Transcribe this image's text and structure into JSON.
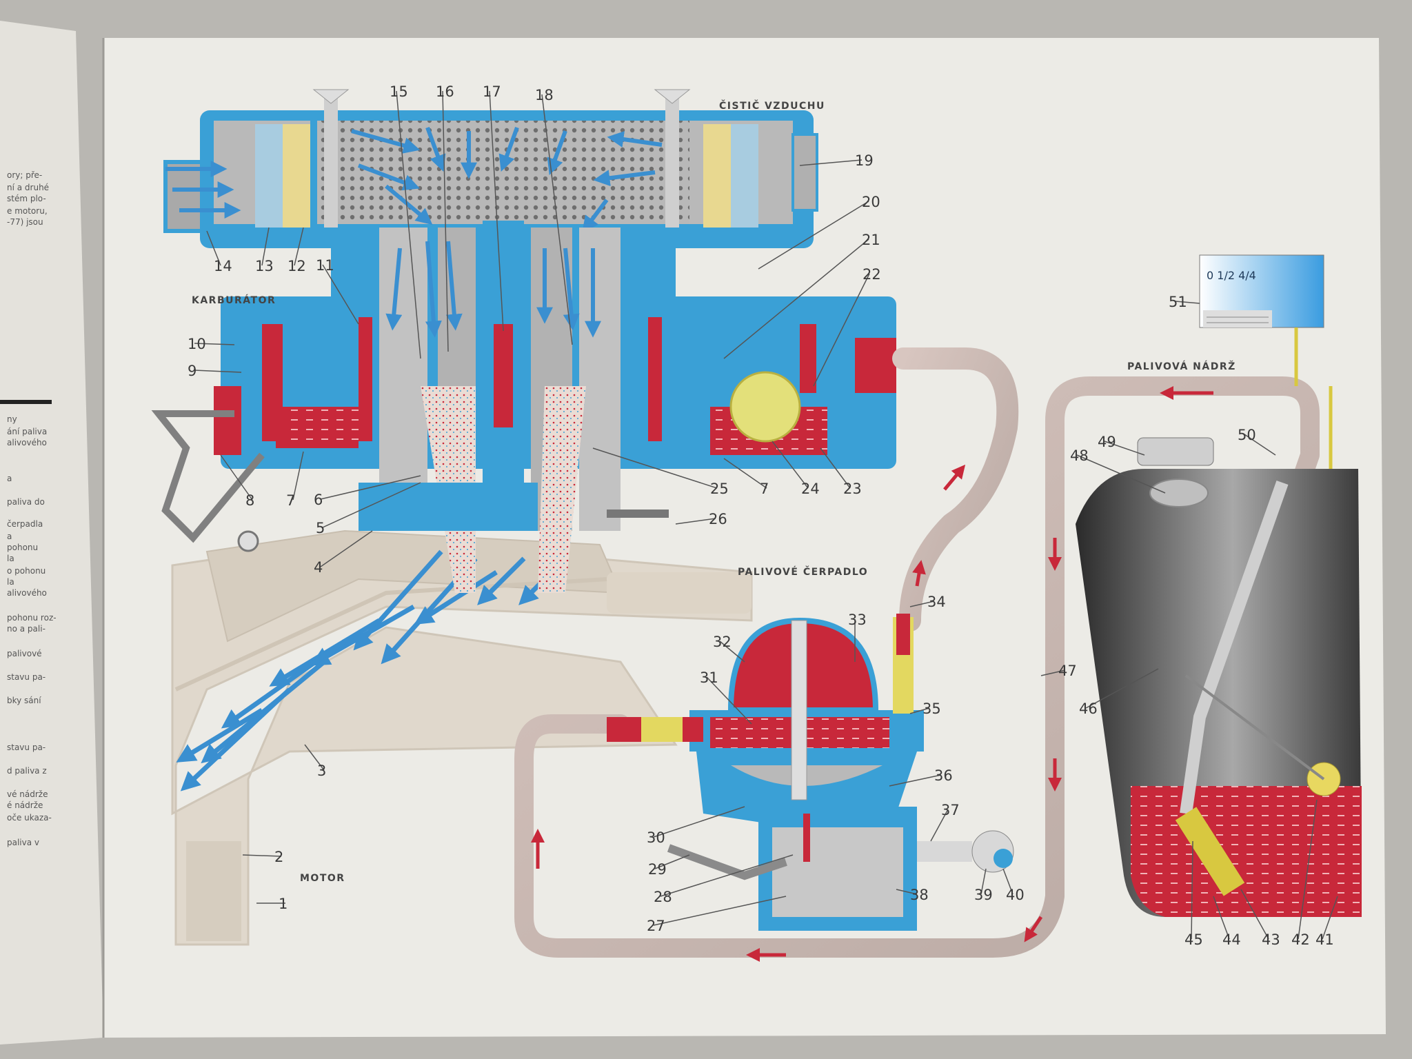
{
  "captions": {
    "air_filter": "ČISTIČ VZDUCHU",
    "carburetor": "KARBURÁTOR",
    "fuel_pump": "PALIVOVÉ ČERPADLO",
    "fuel_tank": "PALIVOVÁ NÁDRŽ",
    "engine": "MOTOR"
  },
  "gauge": {
    "marks": "0  1/2  4/4"
  },
  "left_page_fragments": [
    "ory; pře-",
    "ní a druhé",
    "stém plo-",
    "e motoru,",
    "-77) jsou",
    "ny",
    "ání paliva",
    "alivového",
    "a",
    "paliva do",
    "čerpadla",
    "a",
    "pohonu",
    "la",
    "o pohonu",
    "la",
    "alivového",
    "pohonu roz-",
    "no a pali-",
    "palivové",
    "stavu pa-",
    "bky sání",
    "stavu pa-",
    "d paliva z",
    "vé nádrže",
    "é nádrže",
    "oče ukaza-",
    "paliva v"
  ],
  "callouts": [
    {
      "n": "1"
    },
    {
      "n": "2"
    },
    {
      "n": "3"
    },
    {
      "n": "4"
    },
    {
      "n": "5"
    },
    {
      "n": "6"
    },
    {
      "n": "7"
    },
    {
      "n": "7"
    },
    {
      "n": "8"
    },
    {
      "n": "9"
    },
    {
      "n": "10"
    },
    {
      "n": "11"
    },
    {
      "n": "12"
    },
    {
      "n": "13"
    },
    {
      "n": "14"
    },
    {
      "n": "15"
    },
    {
      "n": "16"
    },
    {
      "n": "17"
    },
    {
      "n": "18"
    },
    {
      "n": "19"
    },
    {
      "n": "20"
    },
    {
      "n": "21"
    },
    {
      "n": "22"
    },
    {
      "n": "23"
    },
    {
      "n": "24"
    },
    {
      "n": "25"
    },
    {
      "n": "26"
    },
    {
      "n": "27"
    },
    {
      "n": "28"
    },
    {
      "n": "29"
    },
    {
      "n": "30"
    },
    {
      "n": "31"
    },
    {
      "n": "32"
    },
    {
      "n": "33"
    },
    {
      "n": "34"
    },
    {
      "n": "35"
    },
    {
      "n": "36"
    },
    {
      "n": "37"
    },
    {
      "n": "38"
    },
    {
      "n": "39"
    },
    {
      "n": "40"
    },
    {
      "n": "41"
    },
    {
      "n": "42"
    },
    {
      "n": "43"
    },
    {
      "n": "44"
    },
    {
      "n": "45"
    },
    {
      "n": "46"
    },
    {
      "n": "47"
    },
    {
      "n": "48"
    },
    {
      "n": "49"
    },
    {
      "n": "50"
    },
    {
      "n": "51"
    }
  ],
  "colors": {
    "page": "#ecebe6",
    "air_blue": "#3aa0d6",
    "fuel_red": "#c8283a",
    "pipe": "#cdbdb8",
    "engine_beige": "#e0d8cc"
  }
}
